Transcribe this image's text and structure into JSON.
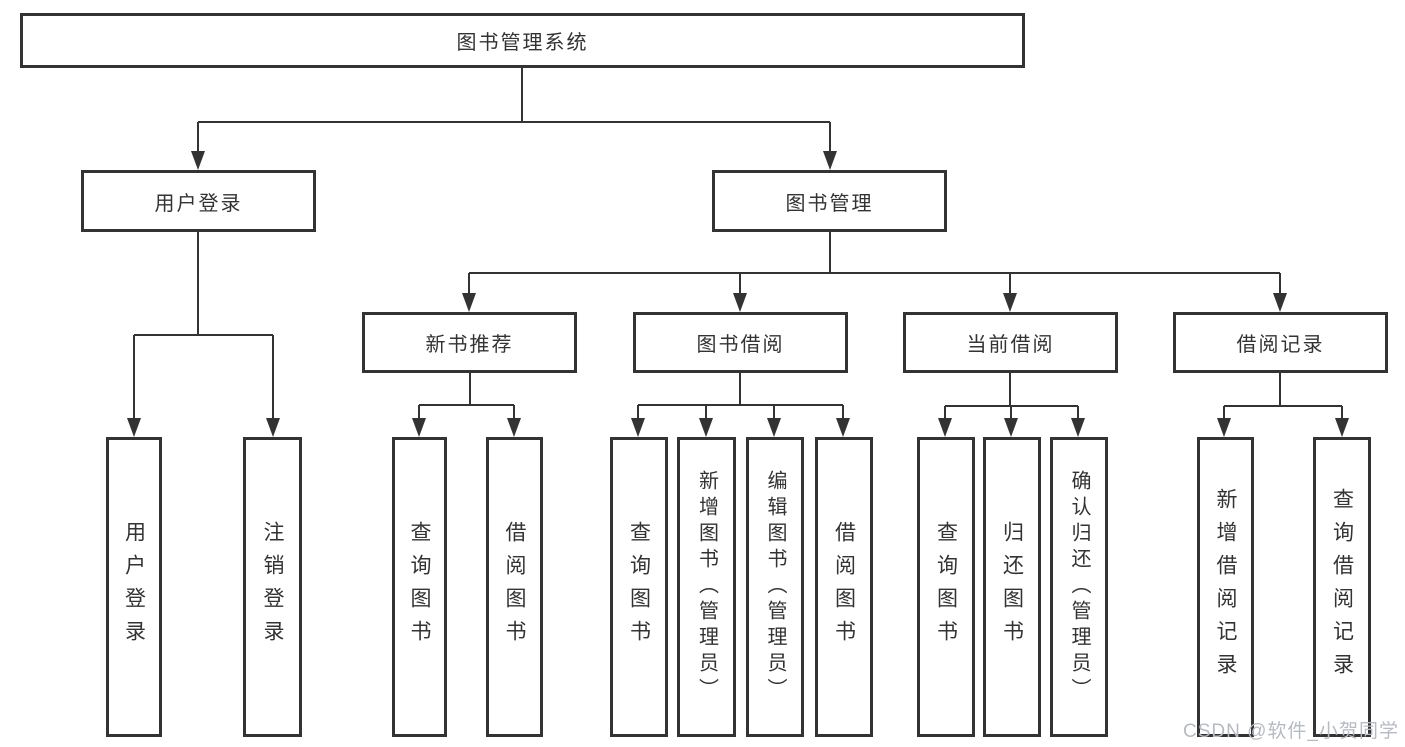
{
  "diagram": {
    "root": {
      "label": "图书管理系统"
    },
    "level2": {
      "user_login": {
        "label": "用户登录"
      },
      "book_mgmt": {
        "label": "图书管理"
      }
    },
    "level3": {
      "new_books": {
        "label": "新书推荐"
      },
      "book_borrow": {
        "label": "图书借阅"
      },
      "current_borrow": {
        "label": "当前借阅"
      },
      "borrow_records": {
        "label": "借阅记录"
      }
    },
    "leaves": {
      "user_login": [
        "用户登录",
        "注销登录"
      ],
      "new_books": [
        "查询图书",
        "借阅图书"
      ],
      "book_borrow": [
        "查询图书",
        "新增图书（管理员）",
        "编辑图书（管理员）",
        "借阅图书"
      ],
      "current_borrow": [
        "查询图书",
        "归还图书",
        "确认归还（管理员）"
      ],
      "borrow_records": [
        "新增借阅记录",
        "查询借阅记录"
      ]
    }
  },
  "watermark": "CSDN @软件_小贺同学",
  "colors": {
    "line": "#333333",
    "box_border": "#333333",
    "box_fill": "#ffffff",
    "text": "#333333",
    "watermark": "#b6bac3",
    "background": "#ffffff"
  }
}
